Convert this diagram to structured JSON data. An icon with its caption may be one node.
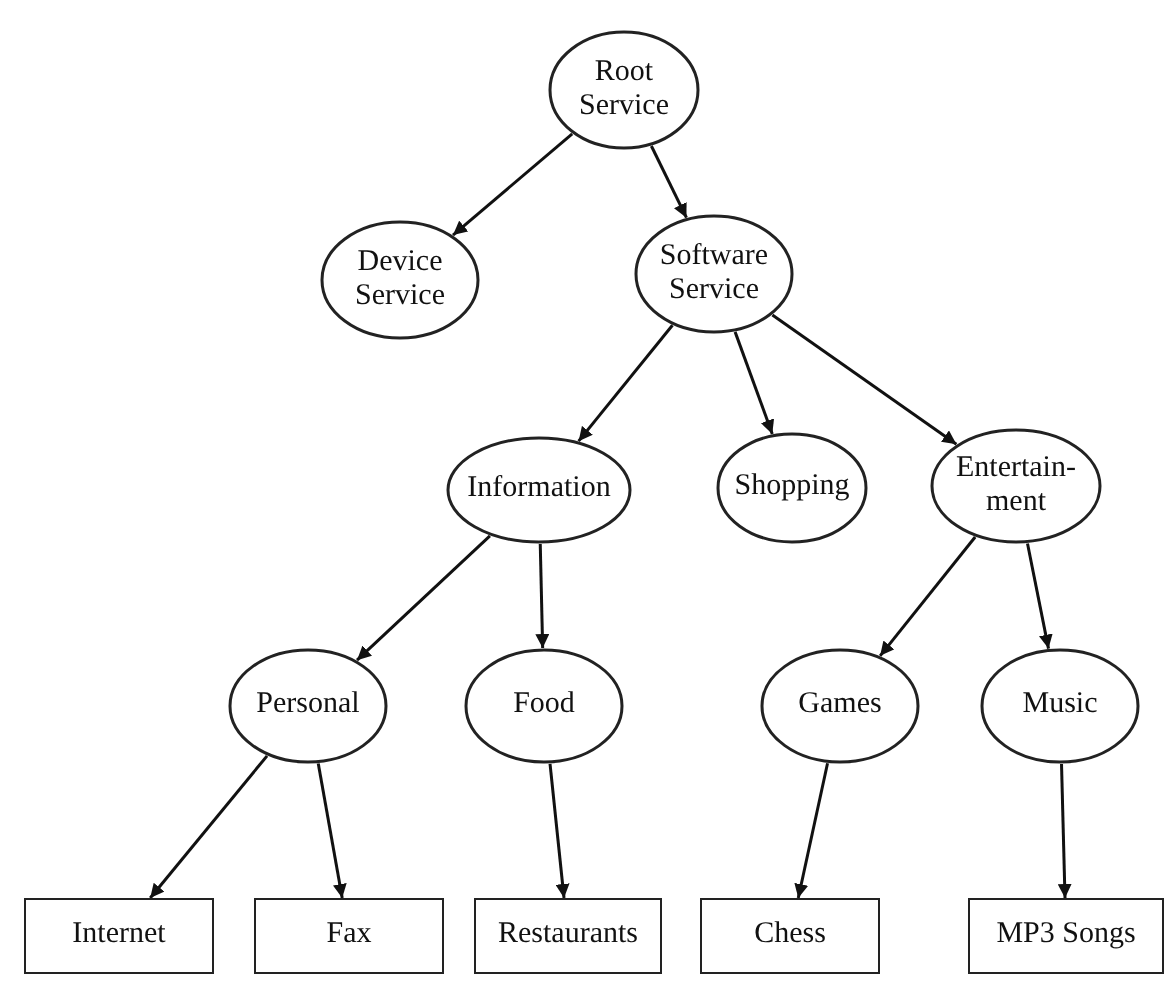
{
  "diagram": {
    "nodes": [
      {
        "text": [
          "Root Service"
        ]
      },
      {
        "text": [
          "Device Service"
        ]
      },
      {
        "text": [
          "Software Service"
        ]
      },
      {
        "text": [
          "Information"
        ]
      },
      {
        "text": [
          "Shopping"
        ]
      },
      {
        "text": [
          "Entertain-ment"
        ]
      },
      {
        "text": [
          "Personal"
        ]
      },
      {
        "text": [
          "Food"
        ]
      },
      {
        "text": [
          "Games"
        ]
      },
      {
        "text": [
          "Music"
        ]
      },
      {
        "text": [
          "Internet"
        ]
      },
      {
        "text": [
          "Fax"
        ]
      },
      {
        "text": [
          "Restaurants"
        ]
      },
      {
        "text": [
          "Chess"
        ]
      },
      {
        "text": [
          "MP3 Songs"
        ]
      }
    ],
    "edges": [
      {
        "from": 0,
        "to": 1,
        "arrow": "to"
      },
      {
        "from": 0,
        "to": 2,
        "arrow": "to"
      },
      {
        "from": 2,
        "to": 3,
        "arrow": "to"
      },
      {
        "from": 2,
        "to": 4,
        "arrow": "to"
      },
      {
        "from": 2,
        "to": 5,
        "arrow": "to"
      },
      {
        "from": 3,
        "to": 6,
        "arrow": "to"
      },
      {
        "from": 3,
        "to": 7,
        "arrow": "to"
      },
      {
        "from": 5,
        "to": 8,
        "arrow": "to"
      },
      {
        "from": 5,
        "to": 9,
        "arrow": "to"
      },
      {
        "from": 6,
        "to": 10,
        "arrow": "to"
      },
      {
        "from": 6,
        "to": 11,
        "arrow": "to"
      },
      {
        "from": 7,
        "to": 12,
        "arrow": "to"
      },
      {
        "from": 8,
        "to": 13,
        "arrow": "to"
      },
      {
        "from": 9,
        "to": 14,
        "arrow": "to"
      }
    ]
  }
}
